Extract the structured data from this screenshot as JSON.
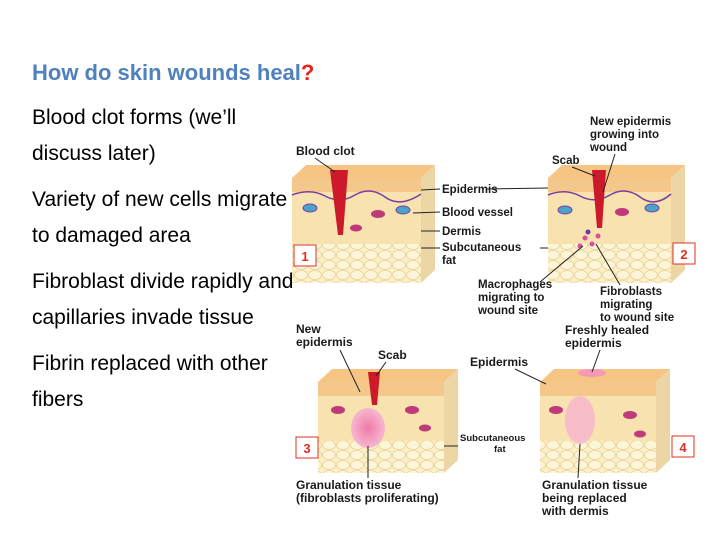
{
  "slide": {
    "title_main": "How do skin wounds heal",
    "title_mark": "?",
    "bullets": [
      "Blood clot forms (we’ll discuss later)",
      "Variety of new cells migrate to damaged area",
      "Fibroblast divide rapidly and capillaries invade tissue",
      "Fibrin replaced with other fibers"
    ]
  },
  "diagram": {
    "panel_numbers": [
      "1",
      "2",
      "3",
      "4"
    ],
    "p1": {
      "blood_clot": "Blood clot"
    },
    "p2": {
      "new_epidermis": [
        "New epidermis",
        "growing into",
        "wound"
      ],
      "scab": "Scab",
      "macrophages": [
        "Macrophages",
        "migrating to",
        "wound site"
      ],
      "fibroblasts": [
        "Fibroblasts",
        "migrating",
        "to wound site"
      ]
    },
    "mid": {
      "epidermis": "Epidermis",
      "blood_vessel": "Blood  vessel",
      "dermis": "Dermis",
      "subcutaneous": [
        "Subcutaneous",
        "fat"
      ]
    },
    "p3": {
      "new_epidermis": [
        "New",
        "epidermis"
      ],
      "scab": "Scab",
      "subcutaneous": [
        "Subcutaneous",
        "fat"
      ],
      "granulation": [
        "Granulation tissue",
        "(fibroblasts proliferating)"
      ]
    },
    "p4": {
      "freshly_healed": [
        "Freshly healed",
        "epidermis"
      ],
      "epidermis": "Epidermis",
      "granulation": [
        "Granulation tissue",
        "being replaced",
        "with dermis"
      ]
    },
    "colors": {
      "title_blue": "#4f81bd",
      "title_mark_red": "#e8231c",
      "number_red": "#e03020",
      "clot_red": "#cc1a2a",
      "epidermis_tan": "#f3c88a",
      "dermis_cream": "#f7e2b0",
      "fat_cream": "#fbf0c8"
    }
  }
}
